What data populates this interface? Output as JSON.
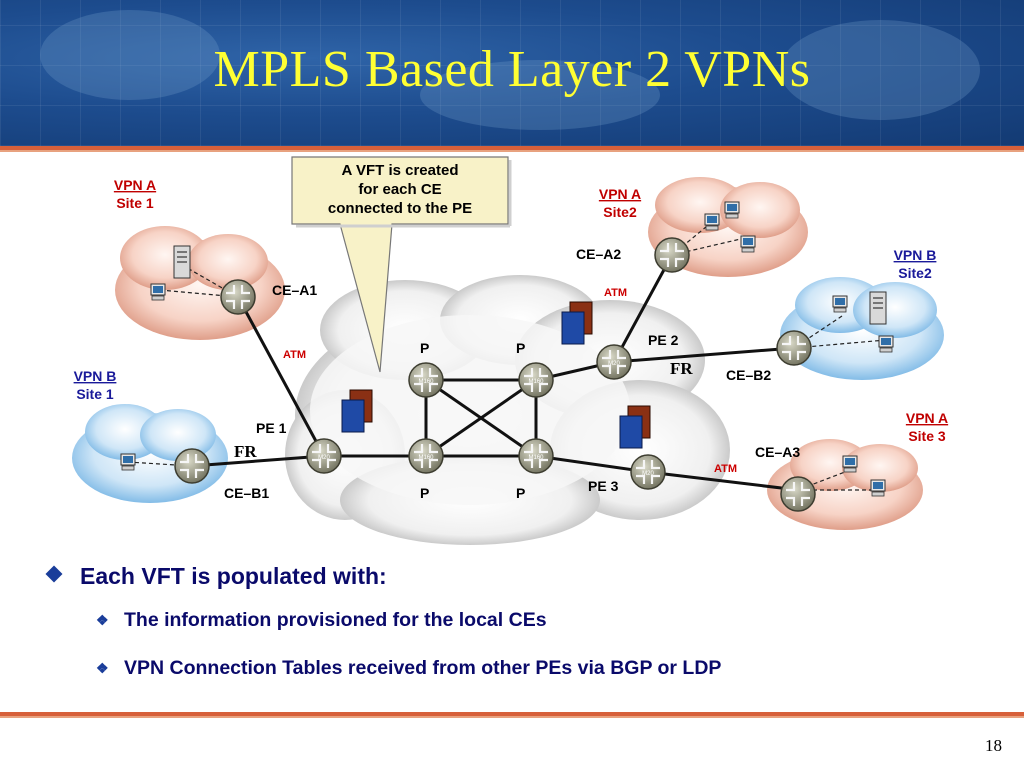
{
  "slide": {
    "title": "MPLS Based Layer 2 VPNs",
    "page_number": "18"
  },
  "callout": {
    "lines": [
      "A VFT is created",
      "for each CE",
      "connected to the PE"
    ]
  },
  "sites": {
    "vpn_a_site1": {
      "name": "VPN A",
      "site": "Site 1"
    },
    "vpn_a_site2": {
      "name": "VPN A",
      "site": "Site2"
    },
    "vpn_b_site1": {
      "name": "VPN B",
      "site": "Site 1"
    },
    "vpn_b_site2": {
      "name": "VPN B",
      "site": "Site2"
    },
    "vpn_a_site3": {
      "name": "VPN A",
      "site": "Site 3"
    }
  },
  "ce_labels": {
    "ce_a1": "CE–A1",
    "ce_a2": "CE–A2",
    "ce_b1": "CE–B1",
    "ce_b2": "CE–B2",
    "ce_a3": "CE–A3"
  },
  "pe_labels": {
    "pe1": "PE 1",
    "pe2": "PE 2",
    "pe3": "PE 3"
  },
  "p_label": "P",
  "router_models": {
    "m20": "M20",
    "m160": "M160"
  },
  "link_labels": {
    "atm": "ATM",
    "fr": "FR"
  },
  "bullets": {
    "main": "Each VFT is populated with:",
    "sub": [
      "The information provisioned for the local CEs",
      "VPN Connection Tables received from other PEs via  BGP or LDP"
    ]
  },
  "colors": {
    "title": "#ffff33",
    "vpn_label": "#c00000",
    "vpn_b_label": "#1a1a9a",
    "atm": "#cc0000",
    "bullet_text": "#0a0a6a"
  }
}
